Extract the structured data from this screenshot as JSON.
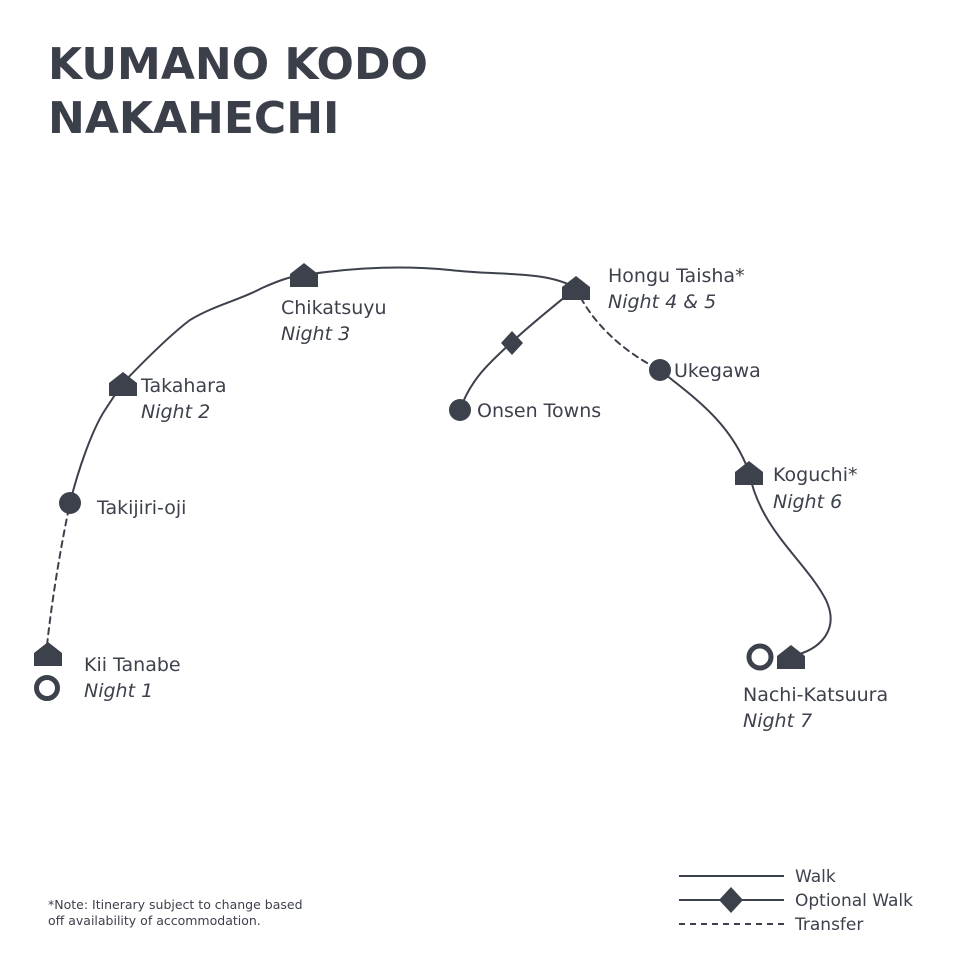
{
  "title": {
    "line1": "KUMANO KODO",
    "line2": "NAKAHECHI"
  },
  "colors": {
    "route": "#3d414c",
    "text": "#3d414c",
    "background": "#ffffff"
  },
  "stops": {
    "kii_tanabe": {
      "name": "Kii Tanabe",
      "night": "Night 1",
      "marker": "house-icon"
    },
    "takijiri_oji": {
      "name": "Takijiri-oji",
      "marker": "dot-icon"
    },
    "takahara": {
      "name": "Takahara",
      "night": "Night 2",
      "marker": "house-icon"
    },
    "chikatsuyu": {
      "name": "Chikatsuyu",
      "night": "Night 3",
      "marker": "house-icon"
    },
    "hongu_taisha": {
      "name": "Hongu Taisha*",
      "night": "Night 4 & 5",
      "marker": "house-icon"
    },
    "onsen_towns": {
      "name": "Onsen Towns",
      "marker": "dot-icon"
    },
    "ukegawa": {
      "name": "Ukegawa",
      "marker": "dot-icon"
    },
    "koguchi": {
      "name": "Koguchi*",
      "night": "Night 6",
      "marker": "house-icon"
    },
    "nachi_katsuura": {
      "name": "Nachi-Katsuura",
      "night": "Night 7",
      "marker": "house-icon"
    }
  },
  "legend": {
    "walk": "Walk",
    "optional_walk": "Optional Walk",
    "transfer": "Transfer"
  },
  "note": {
    "line1": "*Note: Itinerary  subject to change based",
    "line2": "off availability of accommodation."
  }
}
